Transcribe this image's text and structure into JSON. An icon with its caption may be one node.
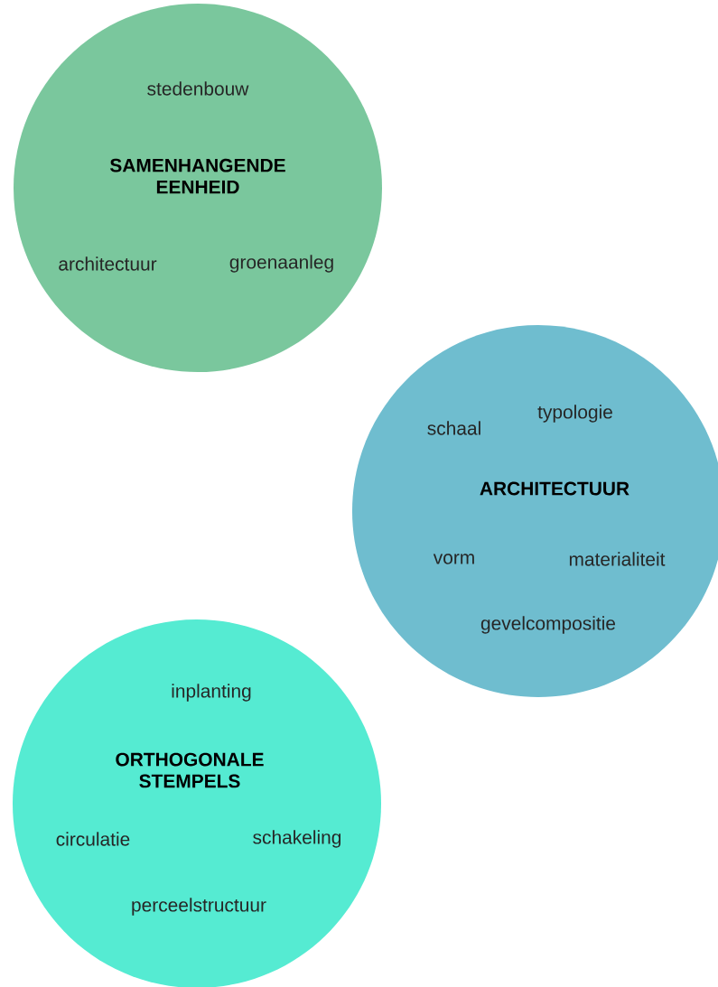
{
  "diagram": {
    "nodes": [
      {
        "text": [
          "stedenbouw",
          "SAMENHANGENDE EENHEID",
          "architectuur",
          "groenaanleg"
        ]
      },
      {
        "text": [
          "schaal",
          "typologie",
          "ARCHITECTUUR",
          "vorm",
          "materialiteit",
          "gevelcompositie"
        ]
      },
      {
        "text": [
          "inplanting",
          "ORTHOGONALE STEMPELS",
          "circulatie",
          "schakeling",
          "perceelstructuur"
        ]
      }
    ]
  }
}
